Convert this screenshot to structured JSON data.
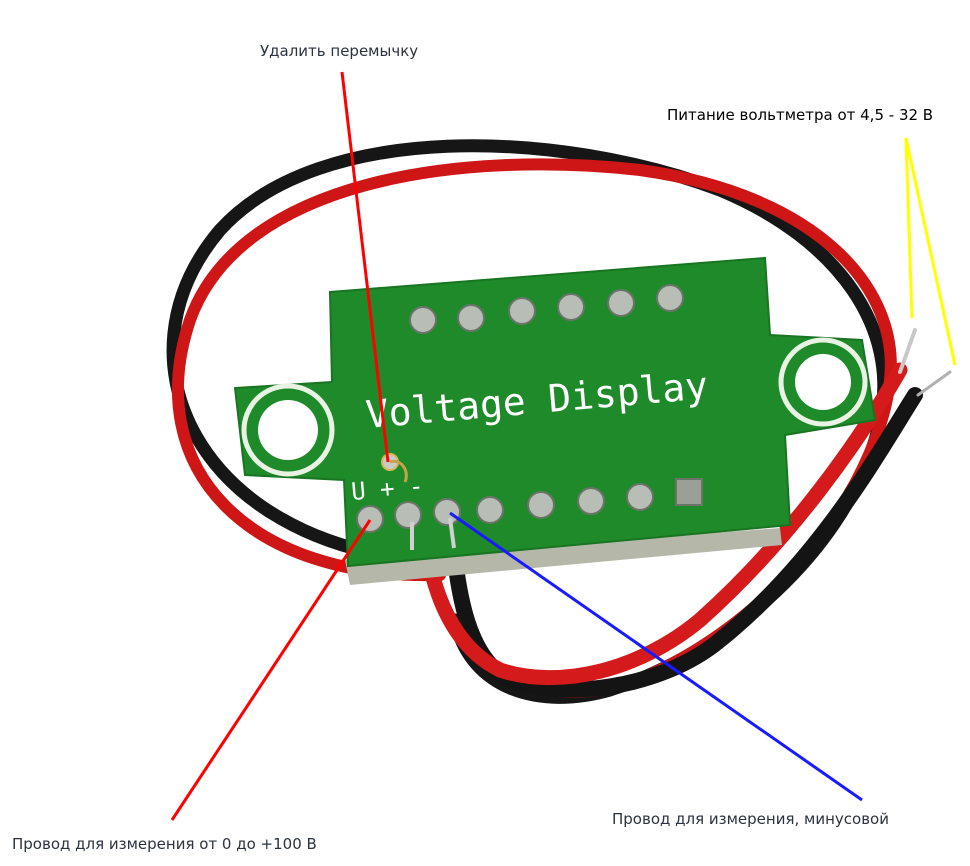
{
  "annotations": {
    "remove_jumper": "Удалить перемычку",
    "power_supply": "Питание вольтметра от 4,5 - 32 В",
    "measure_positive": "Провод для измерения от 0 до +100 В",
    "measure_negative": "Провод для измерения, минусовой"
  },
  "board": {
    "silkscreen_title": "Voltage Display",
    "pin_markings": "U + -"
  },
  "colors": {
    "pcb": "#1f8a2a",
    "wire_red": "#d81818",
    "wire_black": "#161616",
    "pointer_red": "#ff0000",
    "pointer_blue": "#1a1aff",
    "pointer_yellow": "#ffff00"
  }
}
